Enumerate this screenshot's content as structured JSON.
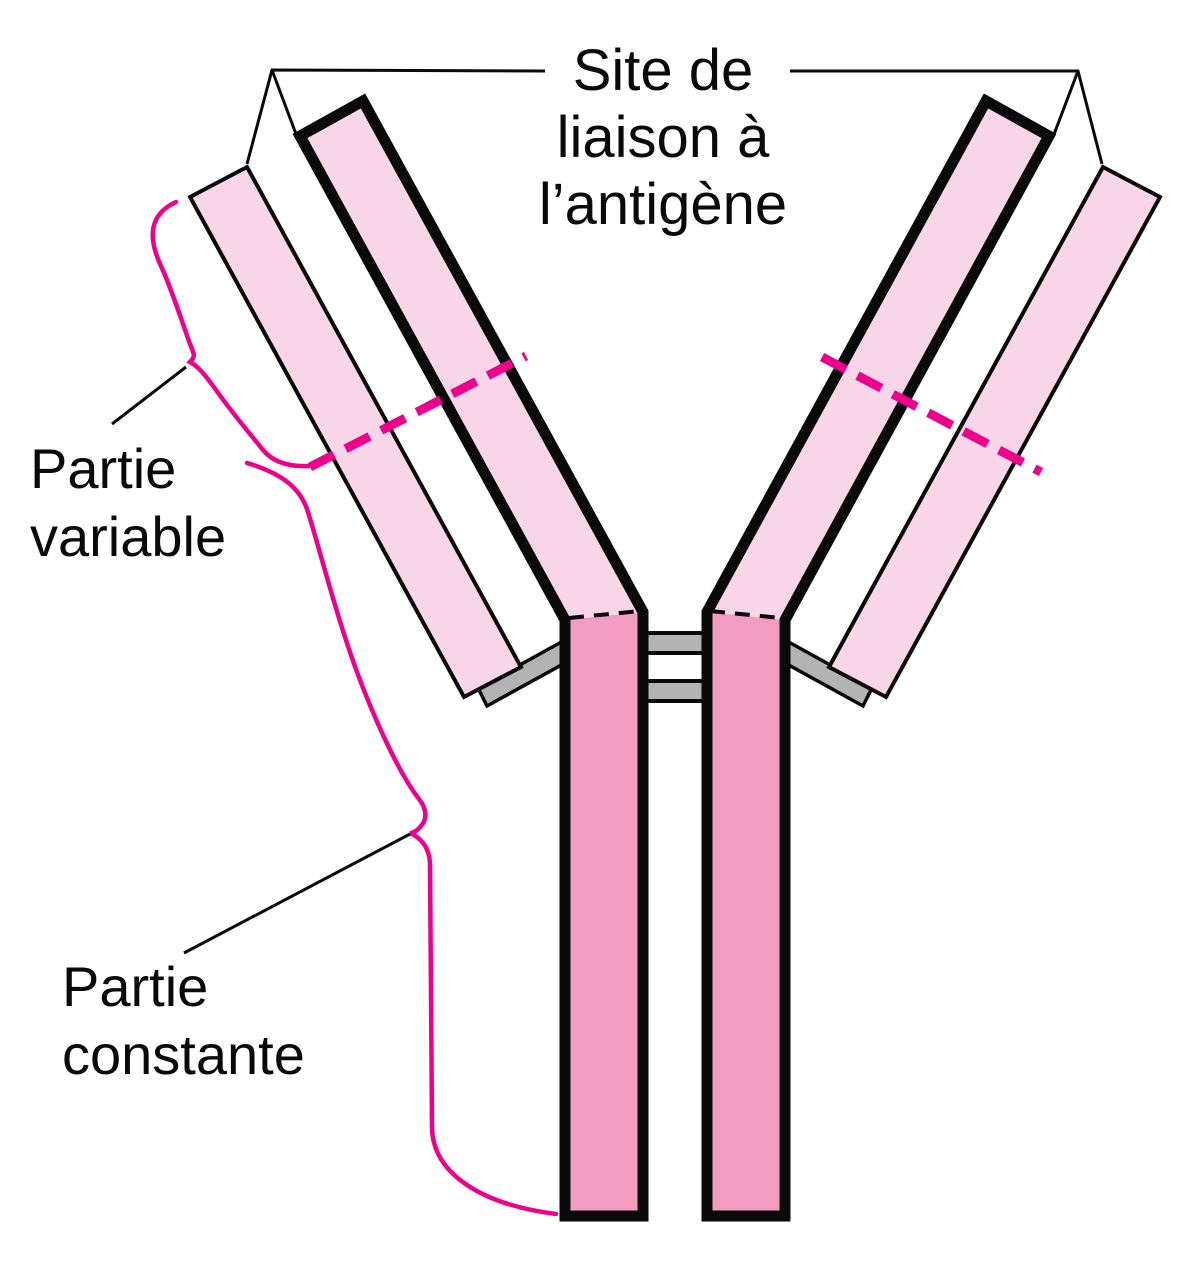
{
  "title": {
    "lines": [
      "Site de",
      "liaison à",
      "l’antigène"
    ],
    "full": "Site de liaison à l’antigène"
  },
  "labels": {
    "variable": {
      "lines": [
        "Partie",
        "variable"
      ],
      "full": "Partie variable"
    },
    "constante": {
      "lines": [
        "Partie",
        "constante"
      ],
      "full": "Partie constante"
    }
  },
  "colors": {
    "light_pink": "#F8D5E7",
    "dark_pink": "#F49BC1",
    "gray": "#B3B3B3",
    "magenta": "#EC008C",
    "black": "#0a0a0a",
    "background": "#FFFFFF"
  },
  "diagram": {
    "type": "antibody-structure",
    "regions": [
      "Site de liaison à l’antigène",
      "Partie variable",
      "Partie constante"
    ]
  }
}
